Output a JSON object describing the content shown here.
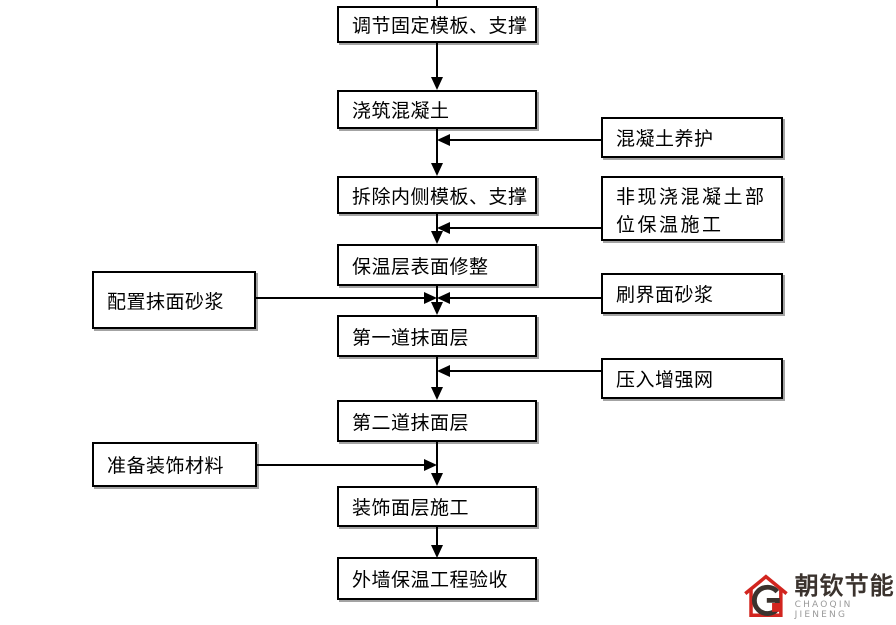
{
  "colors": {
    "line": "#000000",
    "box_border": "#000000",
    "box_background": "#ffffff",
    "box_shadow": "#a3a3a3",
    "logo_red": "#d2251f",
    "logo_dark": "#3b332e",
    "logo_gray": "#9a9a9a"
  },
  "flowchart": {
    "main_steps": [
      "调节固定模板、支撑",
      "浇筑混凝土",
      "拆除内侧模板、支撑",
      "保温层表面修整",
      "第一道抹面层",
      "第二道抹面层",
      "装饰面层施工",
      "外墙保温工程验收"
    ],
    "right_inputs": [
      "混凝土养护",
      "非现浇混凝土部位保温施工",
      "刷界面砂浆",
      "压入增强网"
    ],
    "left_inputs": [
      "配置抹面砂浆",
      "准备装饰材料"
    ]
  },
  "logo": {
    "brand": "朝钦节能",
    "brand_latin": "CHAOQIN JIENENG"
  }
}
